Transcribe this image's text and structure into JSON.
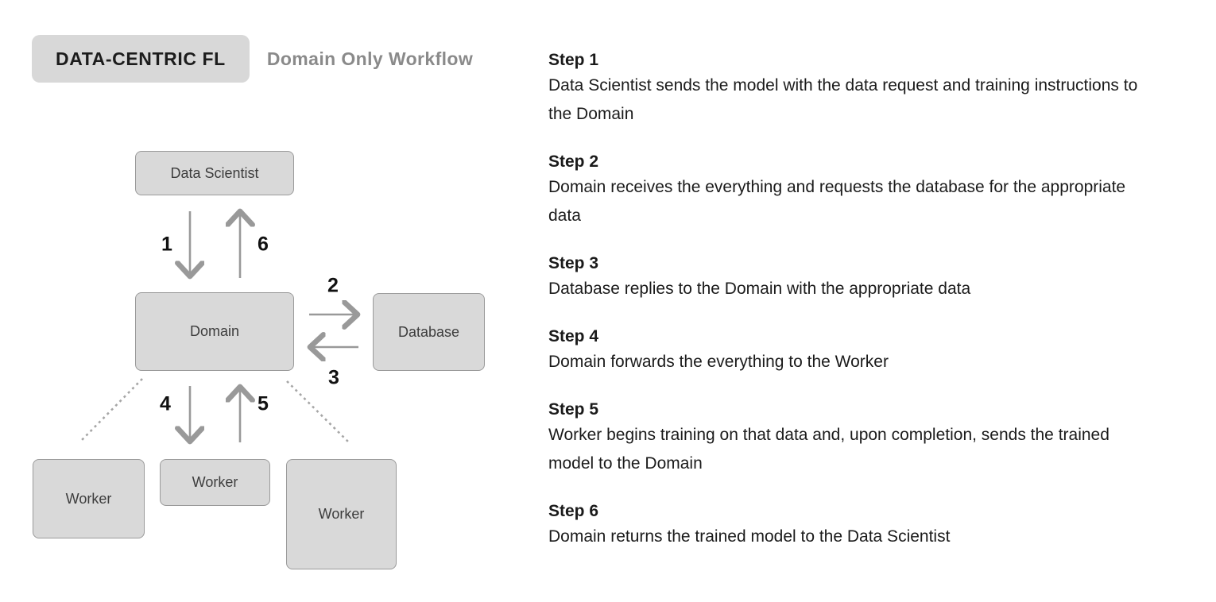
{
  "header": {
    "badge": "DATA-CENTRIC FL",
    "subtitle": "Domain Only Workflow"
  },
  "colors": {
    "node_fill": "#d9d9d9",
    "node_border": "#9a9a9a",
    "arrow": "#999999",
    "badge_bg": "#d8d8d8",
    "subtitle_text": "#8a8a8a",
    "text": "#1a1a1a"
  },
  "diagram": {
    "nodes": [
      {
        "id": "data-scientist",
        "label": "Data Scientist"
      },
      {
        "id": "domain",
        "label": "Domain"
      },
      {
        "id": "database",
        "label": "Database"
      },
      {
        "id": "worker-left",
        "label": "Worker"
      },
      {
        "id": "worker-center",
        "label": "Worker"
      },
      {
        "id": "worker-right",
        "label": "Worker"
      }
    ],
    "edges": [
      {
        "label": "1",
        "from": "Data Scientist",
        "to": "Domain",
        "style": "solid-arrow"
      },
      {
        "label": "2",
        "from": "Domain",
        "to": "Database",
        "style": "solid-arrow"
      },
      {
        "label": "3",
        "from": "Database",
        "to": "Domain",
        "style": "solid-arrow"
      },
      {
        "label": "4",
        "from": "Domain",
        "to": "Worker",
        "style": "solid-arrow"
      },
      {
        "label": "5",
        "from": "Worker",
        "to": "Domain",
        "style": "solid-arrow"
      },
      {
        "label": "6",
        "from": "Domain",
        "to": "Data Scientist",
        "style": "solid-arrow"
      },
      {
        "label": "",
        "from": "Domain",
        "to": "Worker (left)",
        "style": "dotted"
      },
      {
        "label": "",
        "from": "Domain",
        "to": "Worker (right)",
        "style": "dotted"
      }
    ]
  },
  "steps": [
    {
      "title": "Step 1",
      "description": "Data Scientist sends the model with the data request and training instructions to the Domain"
    },
    {
      "title": "Step 2",
      "description": "Domain receives the everything and requests the database for the appropriate data"
    },
    {
      "title": "Step 3",
      "description": "Database replies to the Domain with the appropriate data"
    },
    {
      "title": "Step 4",
      "description": "Domain forwards the everything to the Worker"
    },
    {
      "title": "Step 5",
      "description": "Worker begins training on that data and, upon completion, sends the trained model to the Domain"
    },
    {
      "title": "Step 6",
      "description": "Domain returns the trained model to the Data Scientist"
    }
  ]
}
